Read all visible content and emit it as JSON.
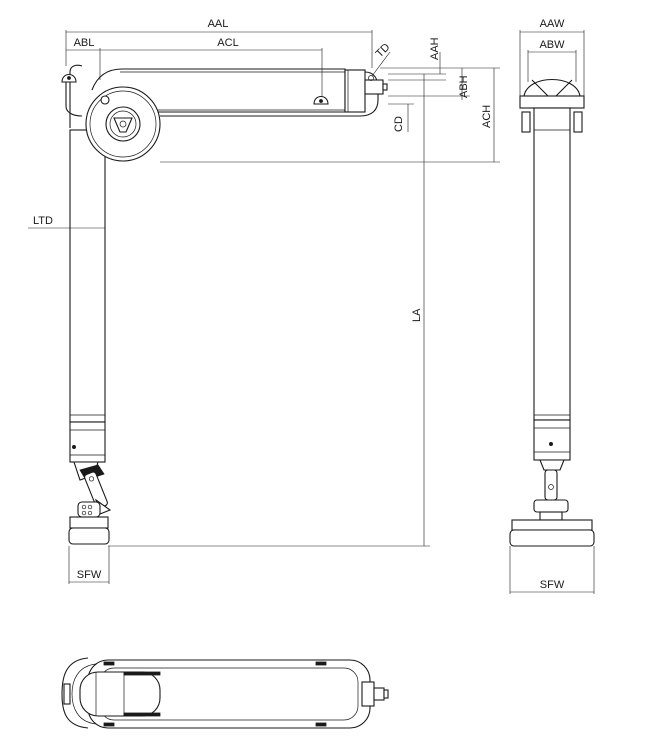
{
  "dimensions": {
    "aal": "AAL",
    "abl": "ABL",
    "acl": "ACL",
    "td": "TD",
    "aah": "AAH",
    "abh": "ABH",
    "cd": "CD",
    "ach": "ACH",
    "ltd": "LTD",
    "la": "LA",
    "sfw_front": "SFW",
    "aaw": "AAW",
    "abw": "ABW",
    "sfw_side": "SFW"
  },
  "colors": {
    "line": "#1a1a1a",
    "background": "#ffffff"
  }
}
